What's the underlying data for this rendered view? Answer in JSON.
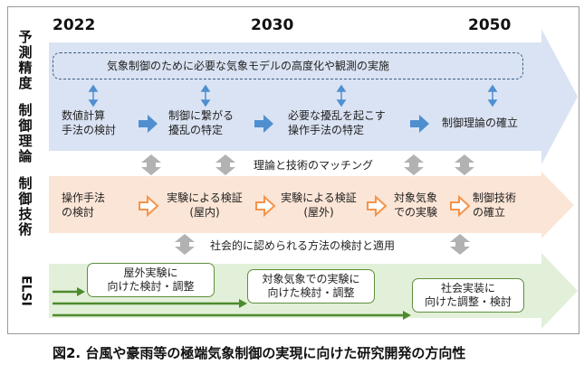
{
  "years": [
    "2022",
    "2030",
    "2050"
  ],
  "rows": {
    "prediction": "予測精度",
    "control_theory": "制御理論",
    "control_tech": "制御技術",
    "elsi": "ELSI"
  },
  "prediction_note": "気象制御のために必要な気象モデルの高度化や観測の実施",
  "theory_steps": [
    "数値計算\n手法の検討",
    "制御に繋がる\n擾乱の特定",
    "必要な擾乱を起こす\n操作手法の特定",
    "制御理論の確立"
  ],
  "matching": "理論と技術のマッチング",
  "tech_steps": [
    "操作手法\nの検討",
    "実験による検証\n(屋内)",
    "実験による検証\n(屋外)",
    "対象気象\nでの実験",
    "制御技術\nの確立"
  ],
  "social": "社会的に認められる方法の検討と適用",
  "elsi_boxes": [
    "屋外実験に\n向けた検討・調整",
    "対象気象での実験に\n向けた検討・調整",
    "社会実装に\n向けた調整・検討"
  ],
  "caption": "図2. 台風や豪雨等の極端気象制御の実現に向けた研究開発の方向性",
  "colors": {
    "blue_band": "#dae3f3",
    "orange_band": "#fbe5d6",
    "green_band": "#e2f0d9",
    "blue_arrow": "#4f8fd0",
    "orange_arrow": "#f5934a",
    "green_arrow": "#4d8a2e",
    "grey_arrow": "#b2b2b2"
  }
}
